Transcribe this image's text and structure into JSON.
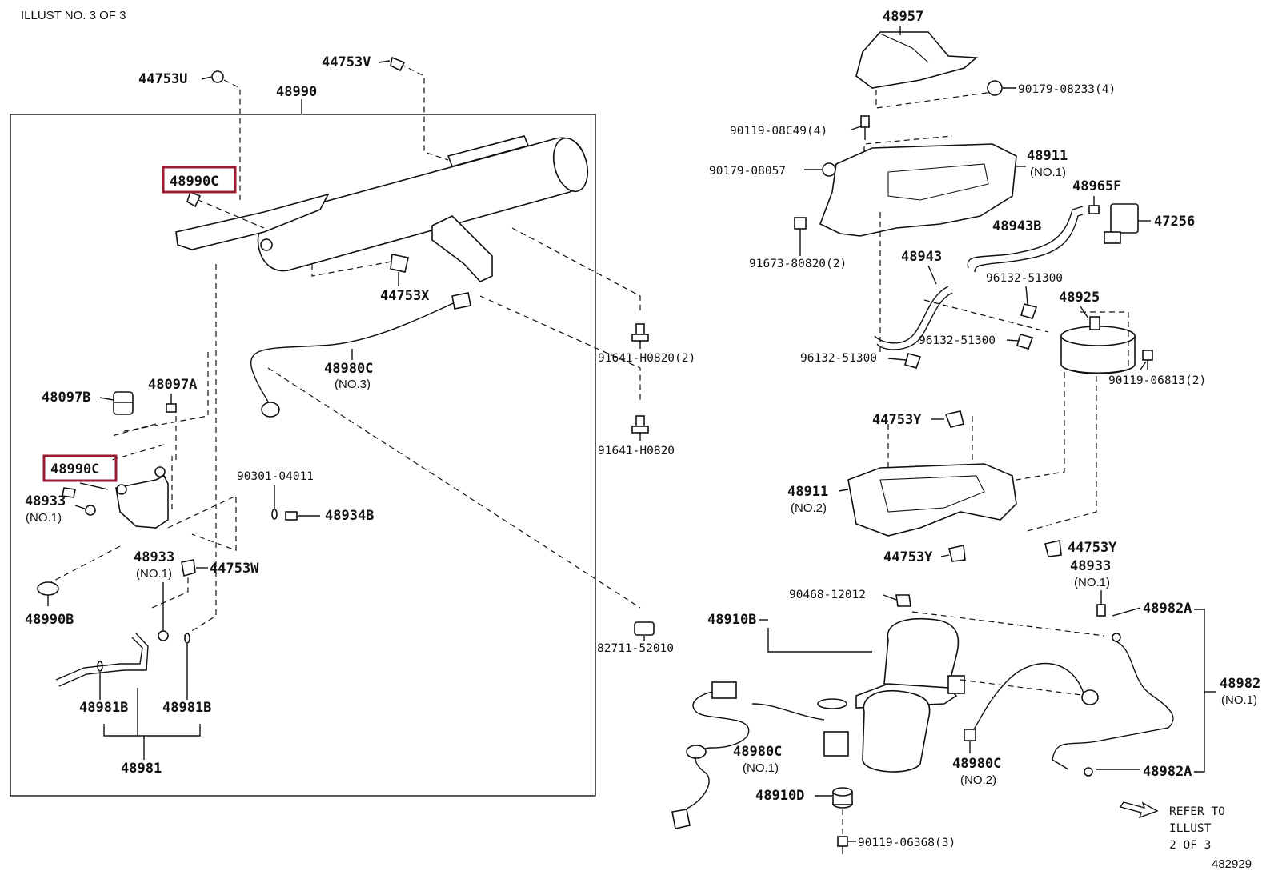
{
  "header": {
    "illustration_label": "ILLUST NO. 3 OF 3"
  },
  "footer": {
    "refer_line1": "REFER TO",
    "refer_line2": "ILLUST",
    "refer_line3": "2 OF 3",
    "diagram_number": "482929"
  },
  "highlight_color": "#9b1b30",
  "parts": {
    "p48990": "48990",
    "p44753U": "44753U",
    "p44753V": "44753V",
    "p48990C_top": "48990C",
    "p48990C_left": "48990C",
    "p44753X": "44753X",
    "p91641H0820_2": "91641-H0820(2)",
    "p91641H0820": "91641-H0820",
    "p48980C_no3": "48980C",
    "p48980C_no3_sub": "(NO.3)",
    "p48097B": "48097B",
    "p48097A": "48097A",
    "p48933_no1_left": "48933",
    "p48933_no1_left_sub": "(NO.1)",
    "p90301": "90301-04011",
    "p48934B": "48934B",
    "p48933_no1_mid": "48933",
    "p48933_no1_mid_sub": "(NO.1)",
    "p44753W": "44753W",
    "p48990B": "48990B",
    "p82711": "82711-52010",
    "p48981B_a": "48981B",
    "p48981B_b": "48981B",
    "p48981": "48981",
    "p48957": "48957",
    "p90179_08233": "90179-08233(4)",
    "p90119_08C49": "90119-08C49(4)",
    "p90179_08057": "90179-08057",
    "p48911_no1": "48911",
    "p48911_no1_sub": "(NO.1)",
    "p48965F": "48965F",
    "p47256": "47256",
    "p48943B": "48943B",
    "p91673": "91673-80820(2)",
    "p48943": "48943",
    "p96132_a": "96132-51300",
    "p48925": "48925",
    "p96132_b": "96132-51300",
    "p96132_c": "96132-51300",
    "p90119_06813": "90119-06813(2)",
    "p44753Y_a": "44753Y",
    "p48911_no2": "48911",
    "p48911_no2_sub": "(NO.2)",
    "p44753Y_b": "44753Y",
    "p44753Y_c": "44753Y",
    "p48933_no1_right": "48933",
    "p48933_no1_right_sub": "(NO.1)",
    "p90468": "90468-12012",
    "p48910B": "48910B",
    "p48982A_a": "48982A",
    "p48982_no1": "48982",
    "p48982_no1_sub": "(NO.1)",
    "p48980C_no1": "48980C",
    "p48980C_no1_sub": "(NO.1)",
    "p48980C_no2": "48980C",
    "p48980C_no2_sub": "(NO.2)",
    "p48982A_b": "48982A",
    "p48910D": "48910D",
    "p90119_06368": "90119-06368(3)"
  }
}
